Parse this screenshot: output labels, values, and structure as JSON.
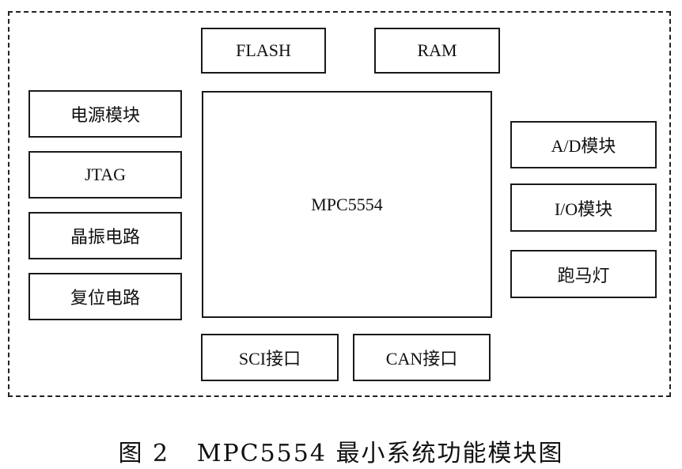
{
  "diagram": {
    "core": "MPC5554",
    "top": [
      "FLASH",
      "RAM"
    ],
    "left": [
      "电源模块",
      "JTAG",
      "晶振电路",
      "复位电路"
    ],
    "right": [
      "A/D模块",
      "I/O模块",
      "跑马灯"
    ],
    "bottom": [
      "SCI接口",
      "CAN接口"
    ]
  },
  "caption": "图 2   MPC5554 最小系统功能模块图"
}
